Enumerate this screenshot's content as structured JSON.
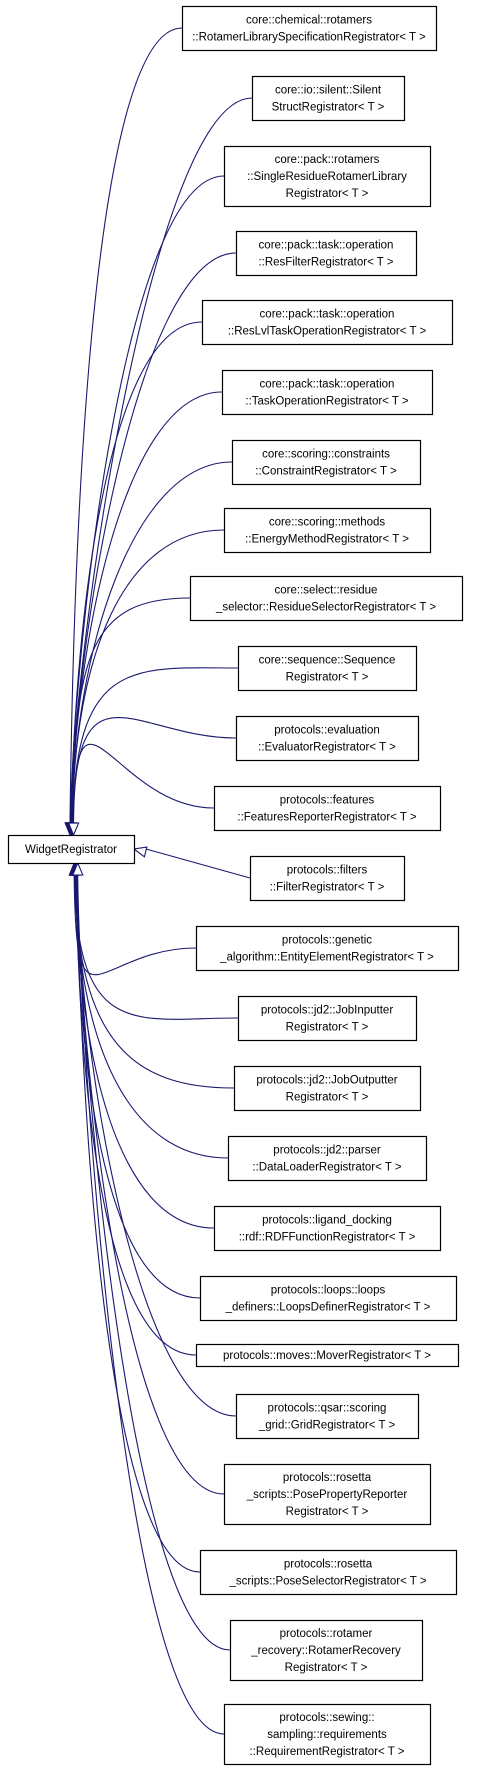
{
  "base_class": {
    "name": "base-node-widgetregistrator",
    "lines": [
      "WidgetRegistrator"
    ]
  },
  "derived_classes": [
    {
      "name": "node-rotamer-library-specification-registrator",
      "lines": [
        "core::chemical::rotamers",
        "::RotamerLibrarySpecificationRegistrator< T >"
      ]
    },
    {
      "name": "node-silent-struct-registrator",
      "lines": [
        "core::io::silent::Silent",
        "StructRegistrator< T >"
      ]
    },
    {
      "name": "node-single-residue-rotamer-library-registrator",
      "lines": [
        "core::pack::rotamers",
        "::SingleResidueRotamerLibrary",
        "Registrator< T >"
      ]
    },
    {
      "name": "node-res-filter-registrator",
      "lines": [
        "core::pack::task::operation",
        "::ResFilterRegistrator< T >"
      ]
    },
    {
      "name": "node-res-lvl-task-operation-registrator",
      "lines": [
        "core::pack::task::operation",
        "::ResLvlTaskOperationRegistrator< T >"
      ]
    },
    {
      "name": "node-task-operation-registrator",
      "lines": [
        "core::pack::task::operation",
        "::TaskOperationRegistrator< T >"
      ]
    },
    {
      "name": "node-constraint-registrator",
      "lines": [
        "core::scoring::constraints",
        "::ConstraintRegistrator< T >"
      ]
    },
    {
      "name": "node-energy-method-registrator",
      "lines": [
        "core::scoring::methods",
        "::EnergyMethodRegistrator< T >"
      ]
    },
    {
      "name": "node-residue-selector-registrator",
      "lines": [
        "core::select::residue",
        "_selector::ResidueSelectorRegistrator< T >"
      ]
    },
    {
      "name": "node-sequence-registrator",
      "lines": [
        "core::sequence::Sequence",
        "Registrator< T >"
      ]
    },
    {
      "name": "node-evaluator-registrator",
      "lines": [
        "protocols::evaluation",
        "::EvaluatorRegistrator< T >"
      ]
    },
    {
      "name": "node-features-reporter-registrator",
      "lines": [
        "protocols::features",
        "::FeaturesReporterRegistrator< T >"
      ]
    },
    {
      "name": "node-filter-registrator",
      "lines": [
        "protocols::filters",
        "::FilterRegistrator< T >"
      ]
    },
    {
      "name": "node-entity-element-registrator",
      "lines": [
        "protocols::genetic",
        "_algorithm::EntityElementRegistrator< T >"
      ]
    },
    {
      "name": "node-job-inputter-registrator",
      "lines": [
        "protocols::jd2::JobInputter",
        "Registrator< T >"
      ]
    },
    {
      "name": "node-job-outputter-registrator",
      "lines": [
        "protocols::jd2::JobOutputter",
        "Registrator< T >"
      ]
    },
    {
      "name": "node-data-loader-registrator",
      "lines": [
        "protocols::jd2::parser",
        "::DataLoaderRegistrator< T >"
      ]
    },
    {
      "name": "node-rdf-function-registrator",
      "lines": [
        "protocols::ligand_docking",
        "::rdf::RDFFunctionRegistrator< T >"
      ]
    },
    {
      "name": "node-loops-definer-registrator",
      "lines": [
        "protocols::loops::loops",
        "_definers::LoopsDefinerRegistrator< T >"
      ]
    },
    {
      "name": "node-mover-registrator",
      "lines": [
        "protocols::moves::MoverRegistrator< T >"
      ]
    },
    {
      "name": "node-grid-registrator",
      "lines": [
        "protocols::qsar::scoring",
        "_grid::GridRegistrator< T >"
      ]
    },
    {
      "name": "node-pose-property-reporter-registrator",
      "lines": [
        "protocols::rosetta",
        "_scripts::PosePropertyReporter",
        "Registrator< T >"
      ]
    },
    {
      "name": "node-pose-selector-registrator",
      "lines": [
        "protocols::rosetta",
        "_scripts::PoseSelectorRegistrator< T >"
      ]
    },
    {
      "name": "node-rotamer-recovery-registrator",
      "lines": [
        "protocols::rotamer",
        "_recovery::RotamerRecovery",
        "Registrator< T >"
      ]
    },
    {
      "name": "node-requirement-registrator",
      "lines": [
        "protocols::sewing::",
        "sampling::requirements",
        "::RequirementRegistrator< T >"
      ]
    }
  ]
}
